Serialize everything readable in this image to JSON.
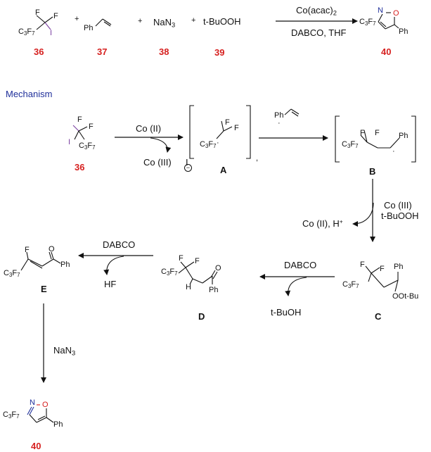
{
  "reaction": {
    "reactant_36": {
      "cf2": "F",
      "cf2b": "F",
      "i": "I",
      "c3f7": "C",
      "c3f7_sub1": "3",
      "c3f7_f": "F",
      "c3f7_sub2": "7"
    },
    "reactant_37": {
      "ph": "Ph"
    },
    "plus": "+",
    "reagent_38_formula": "NaN",
    "reagent_38_sub": "3",
    "reagent_39": "t-BuOOH",
    "conditions_above": "Co(acac)",
    "conditions_above_sub": "2",
    "conditions_below": "DABCO, THF",
    "product_40": {
      "n": "N",
      "o": "O",
      "ph": "Ph",
      "c3f7": "C",
      "c3f7_sub1": "3",
      "c3f7_f": "F",
      "c3f7_sub2": "7"
    },
    "labels": {
      "n36": "36",
      "n37": "37",
      "n38": "38",
      "n39": "39",
      "n40": "40"
    }
  },
  "mechanism": {
    "title": "Mechanism",
    "step1": {
      "above": "Co (II)",
      "below": "Co (III)",
      "iodide": "I"
    },
    "step2": {
      "ph": "Ph",
      "dot": "·"
    },
    "step3": {
      "right_line1": "Co (III)",
      "right_line2": "t-BuOOH",
      "left": "Co (II), H",
      "left_sup": "+"
    },
    "step4": {
      "above": "DABCO",
      "below": "t-BuOH"
    },
    "step5": {
      "above": "DABCO",
      "below": "HF"
    },
    "step6": {
      "reagent": "NaN",
      "reagent_sub": "3"
    },
    "intermediates": {
      "A": {
        "label": "A",
        "f1": "F",
        "f2": "F"
      },
      "B": {
        "label": "B",
        "f1": "F",
        "f2": "F",
        "ph": "Ph"
      },
      "C": {
        "label": "C",
        "f1": "F",
        "f2": "F",
        "ph": "Ph",
        "oot": "OOt-Bu"
      },
      "D": {
        "label": "D",
        "f1": "F",
        "f2": "F",
        "h": "H",
        "o": "O",
        "ph": "Ph"
      },
      "E": {
        "label": "E",
        "f": "F",
        "o": "O",
        "ph": "Ph"
      }
    },
    "labels": {
      "n36": "36",
      "n40": "40"
    }
  },
  "colors": {
    "compound_number": "#d6201f",
    "heading": "#1f2f9a",
    "nitrogen": "#1f2f9a",
    "oxygen": "#d6201f",
    "iodine": "#7a3fa0"
  }
}
